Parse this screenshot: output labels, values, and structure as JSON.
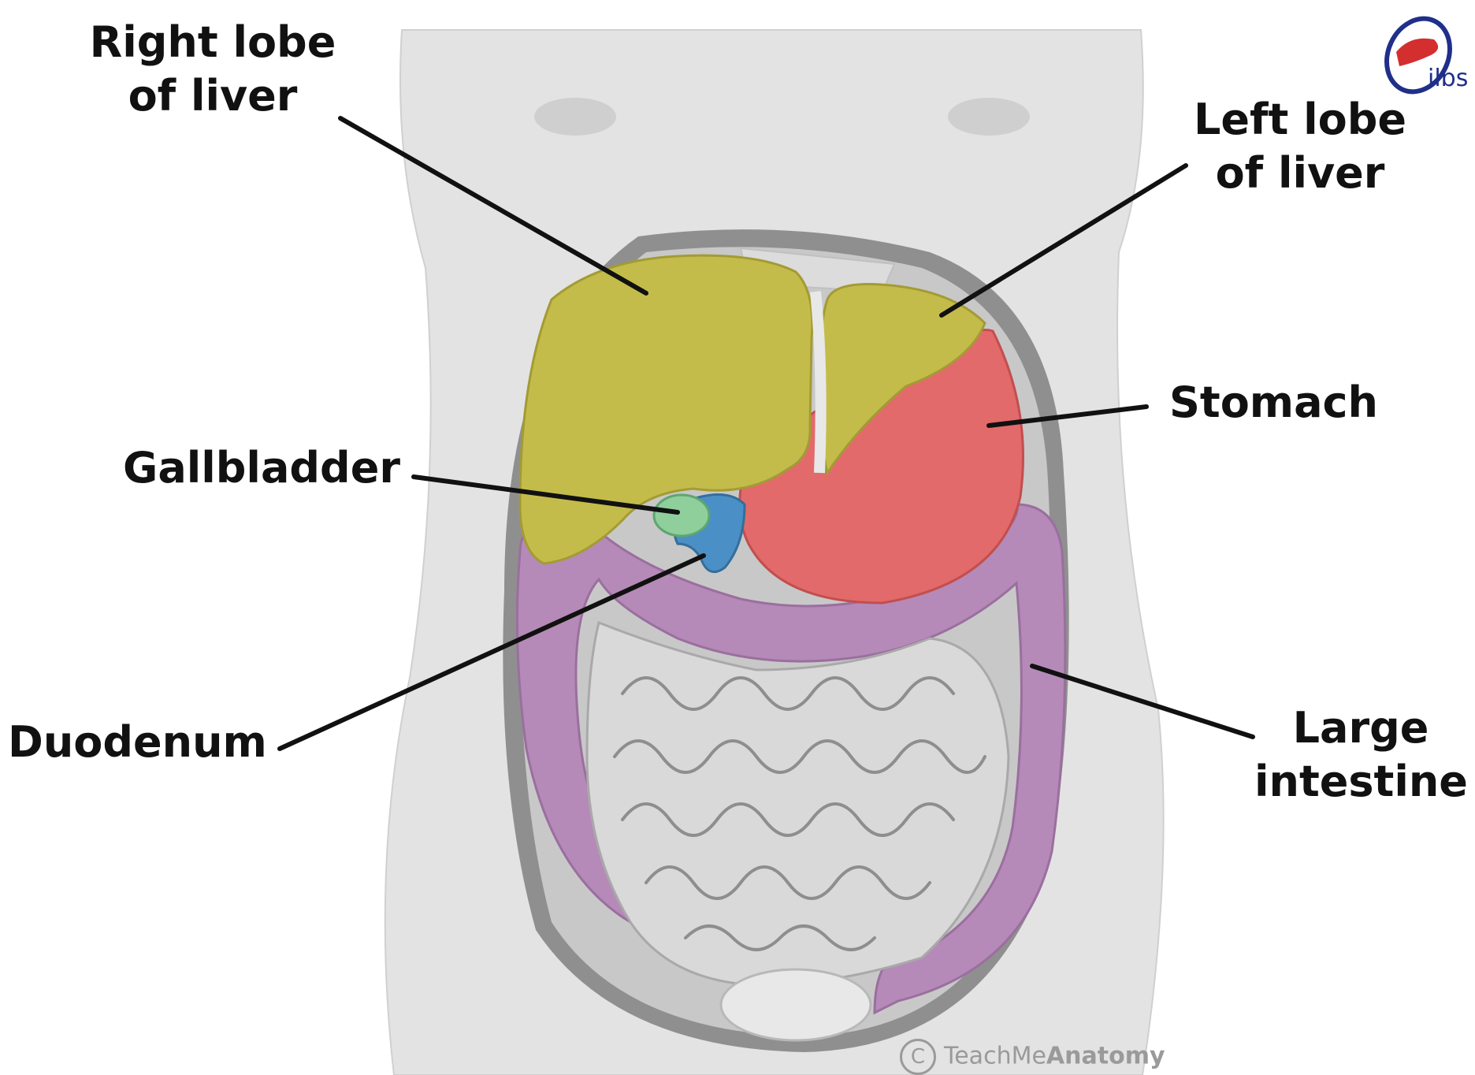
{
  "labels": {
    "right_lobe_line1": "Right lobe",
    "right_lobe_line2": "of liver",
    "left_lobe_line1": "Left lobe",
    "left_lobe_line2": "of liver",
    "stomach": "Stomach",
    "gallbladder": "Gallbladder",
    "duodenum": "Duodenum",
    "large_intestine_line1": "Large",
    "large_intestine_line2": "intestine"
  },
  "watermark": {
    "copyright_symbol": "C",
    "brand_light": "TeachMe",
    "brand_bold": "Anatomy"
  },
  "logo": {
    "text": "ilbs"
  },
  "colors": {
    "background": "#ffffff",
    "body": "#e3e3e3",
    "cavity": "#8f8f8f",
    "liver": "#c4bc4a",
    "stomach": "#e36a6a",
    "gallbladder": "#8fcf9c",
    "duodenum": "#4a90c6",
    "large_intestine": "#b58ab8",
    "small_intestine": "#d9d9d9",
    "leader_line": "#111111",
    "logo_red": "#d32f2f",
    "logo_blue": "#1f2f8a"
  }
}
